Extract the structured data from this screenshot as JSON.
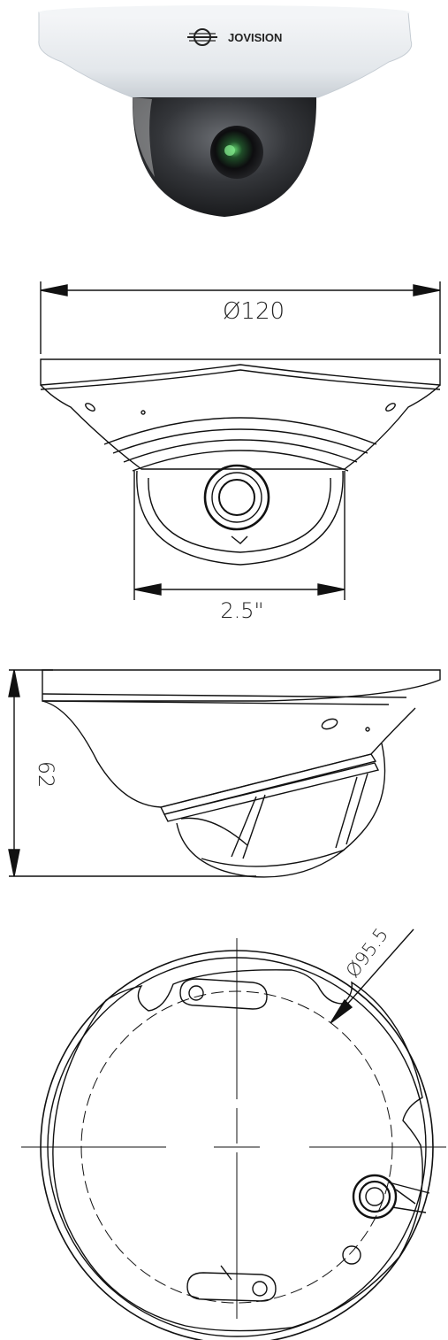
{
  "brand": {
    "logo_text": "JOVISION"
  },
  "dimensions": {
    "diameter": "Ø120",
    "dome": "2.5\"",
    "height": "62",
    "mount_diameter": "Ø95.5"
  },
  "colors": {
    "housing": "#eef1f4",
    "dome": "#2a2a2e",
    "lens_accent": "#3fa34d",
    "line": "#111111"
  }
}
